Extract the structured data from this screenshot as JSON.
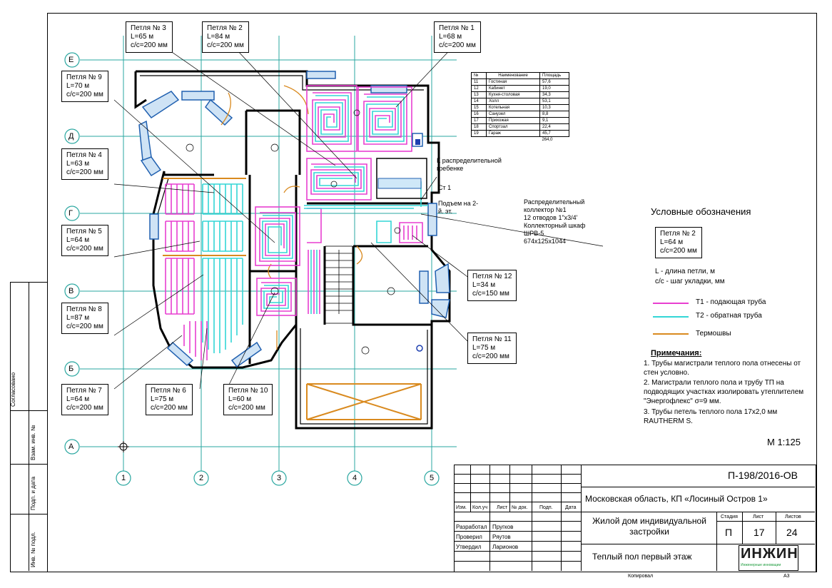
{
  "axes": {
    "rows": [
      "Е",
      "Д",
      "Г",
      "В",
      "Б",
      "А"
    ],
    "cols": [
      "1",
      "2",
      "3",
      "4",
      "5"
    ]
  },
  "loops": [
    {
      "name": "Петля № 3",
      "length": "L=65 м",
      "step": "с/с=200 мм"
    },
    {
      "name": "Петля № 2",
      "length": "L=84 м",
      "step": "с/с=200 мм"
    },
    {
      "name": "Петля № 1",
      "length": "L=68 м",
      "step": "с/с=200 мм"
    },
    {
      "name": "Петля № 9",
      "length": "L=70 м",
      "step": "с/с=200 мм"
    },
    {
      "name": "Петля № 4",
      "length": "L=63 м",
      "step": "с/с=200 мм"
    },
    {
      "name": "Петля № 5",
      "length": "L=64 м",
      "step": "с/с=200 мм"
    },
    {
      "name": "Петля № 8",
      "length": "L=87 м",
      "step": "с/с=200 мм"
    },
    {
      "name": "Петля № 7",
      "length": "L=64 м",
      "step": "с/с=200 мм"
    },
    {
      "name": "Петля № 6",
      "length": "L=75 м",
      "step": "с/с=200 мм"
    },
    {
      "name": "Петля № 10",
      "length": "L=60 м",
      "step": "с/с=200 мм"
    },
    {
      "name": "Петля № 12",
      "length": "L=34 м",
      "step": "с/с=150 мм"
    },
    {
      "name": "Петля № 11",
      "length": "L=75 м",
      "step": "с/с=200 мм"
    }
  ],
  "rooms_table": {
    "headers": [
      "№",
      "Наименование",
      "Площадь"
    ],
    "rows": [
      [
        "11",
        "Гостиная",
        "57,6"
      ],
      [
        "12",
        "Кабинет",
        "19,0"
      ],
      [
        "13",
        "Кухня-столовая",
        "34,3"
      ],
      [
        "14",
        "Холл",
        "53,1"
      ],
      [
        "15",
        "Котельная",
        "10,3"
      ],
      [
        "16",
        "Санузел",
        "8,8"
      ],
      [
        "17",
        "Прихожая",
        "9,1"
      ],
      [
        "18",
        "Спортзал",
        "22,4"
      ],
      [
        "19",
        "Гараж",
        "45,7"
      ]
    ],
    "total": "264,0"
  },
  "annotations": {
    "to_distributor": "К распределительной гребенке",
    "riser": "Ст 1",
    "riser_lift": "Подъем на 2-й. эт.",
    "collector": [
      "Распределительный",
      "коллектор №1",
      "12 отводов 1\"х3/4'",
      "Коллекторный шкаф",
      "ШРВ-5",
      "674х125х1044"
    ]
  },
  "legend": {
    "title": "Условные обозначения",
    "sample": {
      "name": "Петля № 2",
      "length": "L=64 м",
      "step": "с/с=200 мм"
    },
    "l_def": "L - длина петли, м",
    "cc_def": "с/с - шаг укладки, мм",
    "t1": "Т1 - подающая труба",
    "t2": "Т2 - обратная труба",
    "tm": "Термошвы",
    "t1_color": "#e83fd0",
    "t2_color": "#33d6d6",
    "tm_color": "#d98a1f"
  },
  "notes": {
    "title": "Примечания:",
    "items": [
      "1. Трубы магистрали теплого пола отнесены от стен условно.",
      "2. Магистрали теплого пола и трубу ТП на подводящих участках изолировать утеплителем \"Энергофлекс\" σ=9 мм.",
      "3. Трубы петель теплого пола 17х2,0 мм RAUTHERM S."
    ]
  },
  "scale": "М 1:125",
  "title_block": {
    "code": "П-198/2016-ОВ",
    "location": "Московская область, КП «Лосиный Остров 1»",
    "object": "Жилой дом индивидуальной застройки",
    "sheet_name": "Теплый пол первый этаж",
    "stage_label": "Стадия",
    "sheet_label": "Лист",
    "sheets_label": "Листов",
    "stage": "П",
    "sheet": "17",
    "sheets": "24",
    "cols": [
      "Изм.",
      "Кол.уч",
      "Лист",
      "№ док.",
      "Подп.",
      "Дата"
    ],
    "roles": [
      {
        "role": "Разработал",
        "name": "Пругков"
      },
      {
        "role": "Проверил",
        "name": "Ряутов"
      },
      {
        "role": "Утвердил",
        "name": "Ларионов"
      }
    ],
    "logo": "ИНЖИН",
    "logo_sub": "Инженерные инновации",
    "copied": "Копировал",
    "format": "А3"
  },
  "side_stamp": [
    "Согласовано",
    "Взам. инв. №",
    "Подп. и дата",
    "Инв. № подл."
  ]
}
